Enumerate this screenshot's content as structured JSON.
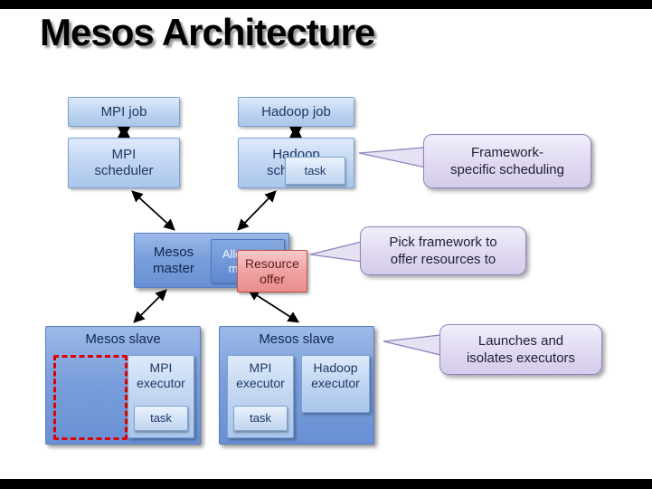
{
  "title": "Mesos Architecture",
  "nodes": {
    "mpi_job": "MPI job",
    "hadoop_job": "Hadoop job",
    "mpi_scheduler": "MPI scheduler",
    "hadoop_scheduler": "Hadoop scheduler",
    "scheduler_task": "task",
    "mesos_master": "Mesos master",
    "allocation_module": "Allocation module",
    "resource_offer": "Resource offer",
    "slave_left": "Mesos slave",
    "slave_right": "Mesos slave",
    "mpi_executor_left": "MPI executor",
    "task_left": "task",
    "mpi_executor_right": "MPI executor",
    "task_right": "task",
    "hadoop_executor": "Hadoop executor"
  },
  "callouts": {
    "framework_specific": [
      "Framework-",
      "specific scheduling"
    ],
    "pick_framework": [
      "Pick framework to",
      "offer resources to"
    ],
    "launches_isolates": [
      "Launches and",
      "isolates executors"
    ]
  },
  "colors": {
    "node_fill_light": "#bcd2ef",
    "node_fill_medium": "#7b9fdc",
    "node_border": "#7da1cf",
    "node_text": "#1f3864",
    "resource_fill": "#f0a3a3",
    "resource_border": "#c0504d",
    "callout_fill": "#ddd5ee",
    "callout_border": "#9183bd",
    "dashed_outline": "#e00000",
    "arrow": "#000000"
  }
}
